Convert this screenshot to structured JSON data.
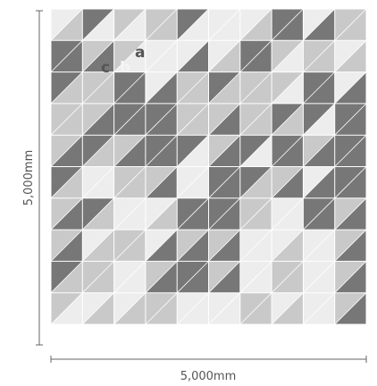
{
  "dimensions": {
    "width_label": "5,000mm",
    "height_label": "5,000mm"
  },
  "tile_labels": [
    "a",
    "b",
    "c"
  ],
  "colors": {
    "dark": "#777777",
    "mid": "#c9c9c9",
    "light": "#ededed",
    "grout": "#ffffff",
    "dimension_line": "#666666",
    "label_light": "#f4f4f4",
    "label_dark": "#555555"
  },
  "pattern": {
    "grid_size": 10,
    "cells": [
      [
        "L/M",
        "D/L",
        "M/L",
        "M/M",
        "D/L",
        "L/L",
        "L/M",
        "D/D",
        "L/D",
        "M/M"
      ],
      [
        "D/D",
        "M/D",
        "M/L",
        "L/L",
        "L/D",
        "L/M",
        "D/D",
        "M/L",
        "M/M",
        "L/M"
      ],
      [
        "D/M",
        "M/M",
        "D/D",
        "L/D",
        "M/M",
        "D/M",
        "M/M",
        "M/L",
        "D/D",
        "L/D"
      ],
      [
        "M/M",
        "M/D",
        "D/D",
        "D/D",
        "M/M",
        "M/D",
        "M/M",
        "D/M",
        "D/L",
        "D/D"
      ],
      [
        "M/D",
        "D/M",
        "M/D",
        "D/D",
        "D/L",
        "M/D",
        "D/L",
        "D/D",
        "M/D",
        "D/D"
      ],
      [
        "D/M",
        "L/L",
        "M/M",
        "M/D",
        "L/L",
        "D/D",
        "D/M",
        "M/D",
        "L/D",
        "D/D"
      ],
      [
        "M/D",
        "D/M",
        "L/L",
        "L/M",
        "D/D",
        "D/D",
        "M/M",
        "L/L",
        "D/D",
        "M/D"
      ],
      [
        "M/D",
        "L/M",
        "M/M",
        "L/D",
        "M/D",
        "M/D",
        "L/L",
        "L/M",
        "L/L",
        "M/D"
      ],
      [
        "D/M",
        "M/M",
        "L/L",
        "M/D",
        "D/D",
        "M/D",
        "L/L",
        "M/M",
        "L/L",
        "M/D"
      ],
      [
        "M/L",
        "L/M",
        "L/M",
        "M/M",
        "L/L",
        "L/L",
        "M/M",
        "L/M",
        "L/L",
        "M/D"
      ]
    ]
  }
}
